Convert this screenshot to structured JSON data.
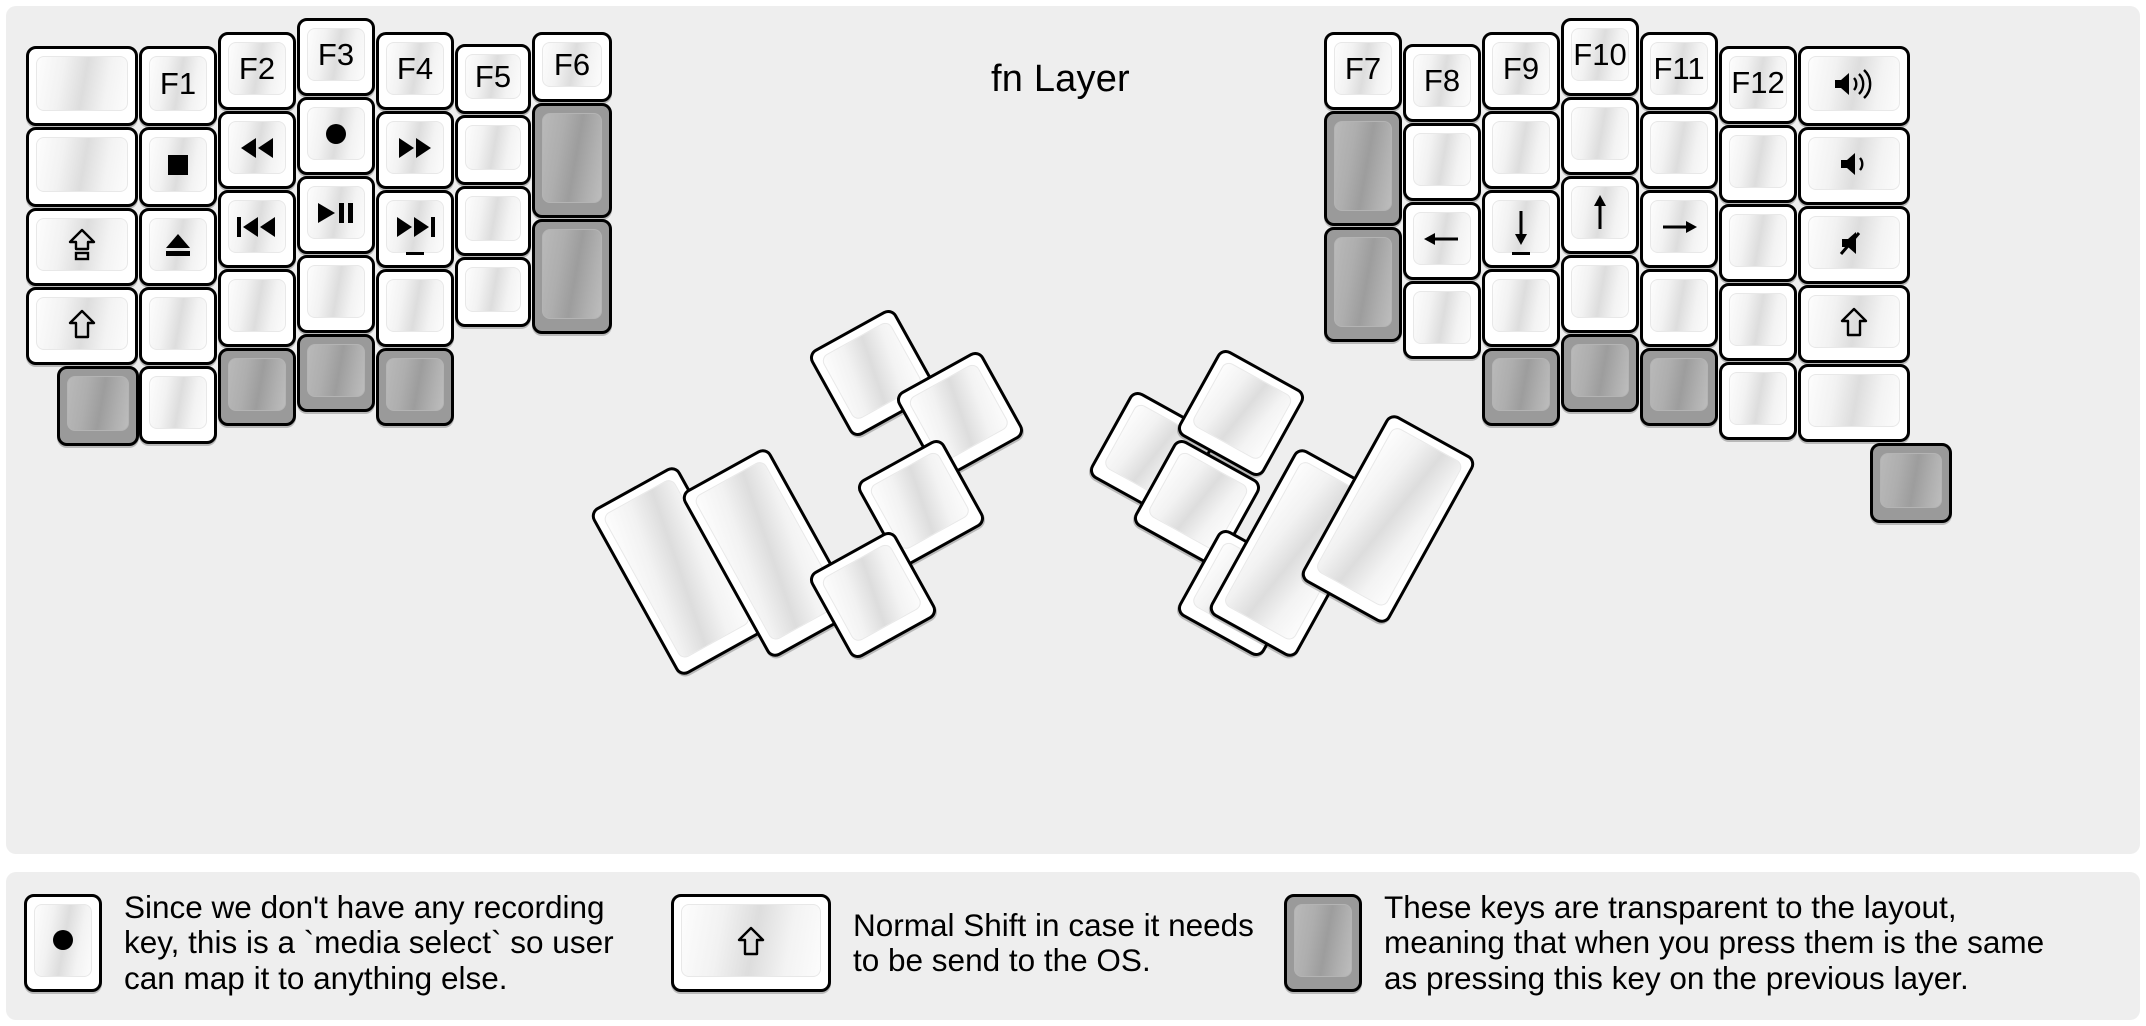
{
  "title": "fn Layer",
  "colors": {
    "panel_bg": "#eeeeee",
    "key_face": "#ffffff",
    "key_border": "#000000",
    "transparent_key": "#9a9a9a",
    "text": "#000000"
  },
  "legend": [
    {
      "key_icon": "record-dot-icon",
      "key_style": "normal",
      "text": "Since we don't have any recording\nkey, this is a `media select` so user\ncan map it to anything else."
    },
    {
      "key_icon": "shift-arrow-icon",
      "key_style": "normal",
      "text": "Normal Shift in case it needs\nto be send to the OS."
    },
    {
      "key_icon": "",
      "key_style": "transparent",
      "text": "These keys are transparent to the layout,\nmeaning that when you press them is the same\nas pressing this key on the previous layer."
    }
  ],
  "left_half": {
    "columns": [
      {
        "name": "col-pinky-outer",
        "keys": [
          {
            "label": "",
            "icon": "",
            "style": "normal"
          },
          {
            "label": "",
            "icon": "",
            "style": "normal"
          },
          {
            "label": "",
            "icon": "caps-lock-icon",
            "style": "normal"
          },
          {
            "label": "",
            "icon": "shift-arrow-icon",
            "style": "normal"
          },
          {
            "label": "",
            "icon": "",
            "style": "transparent"
          }
        ]
      },
      {
        "name": "col-f1",
        "keys": [
          {
            "label": "F1",
            "icon": "",
            "style": "normal"
          },
          {
            "label": "",
            "icon": "stop-icon",
            "style": "normal"
          },
          {
            "label": "",
            "icon": "eject-icon",
            "style": "normal"
          },
          {
            "label": "",
            "icon": "",
            "style": "normal"
          },
          {
            "label": "",
            "icon": "",
            "style": "normal"
          }
        ]
      },
      {
        "name": "col-f2",
        "keys": [
          {
            "label": "F2",
            "icon": "",
            "style": "normal"
          },
          {
            "label": "",
            "icon": "rewind-icon",
            "style": "normal"
          },
          {
            "label": "",
            "icon": "previous-track-icon",
            "style": "normal"
          },
          {
            "label": "",
            "icon": "",
            "style": "normal"
          },
          {
            "label": "",
            "icon": "",
            "style": "transparent"
          }
        ]
      },
      {
        "name": "col-f3",
        "keys": [
          {
            "label": "F3",
            "icon": "",
            "style": "normal"
          },
          {
            "label": "",
            "icon": "record-dot-icon",
            "style": "normal"
          },
          {
            "label": "",
            "icon": "play-pause-icon",
            "style": "normal"
          },
          {
            "label": "",
            "icon": "",
            "style": "normal"
          },
          {
            "label": "",
            "icon": "",
            "style": "transparent"
          }
        ]
      },
      {
        "name": "col-f4",
        "keys": [
          {
            "label": "F4",
            "icon": "",
            "style": "normal"
          },
          {
            "label": "",
            "icon": "fast-forward-icon",
            "style": "normal"
          },
          {
            "label": "",
            "icon": "next-track-icon",
            "style": "normal"
          },
          {
            "label": "",
            "icon": "",
            "style": "normal"
          },
          {
            "label": "",
            "icon": "",
            "style": "transparent"
          }
        ]
      },
      {
        "name": "col-f5",
        "keys": [
          {
            "label": "F5",
            "icon": "",
            "style": "normal"
          },
          {
            "label": "",
            "icon": "",
            "style": "normal"
          },
          {
            "label": "",
            "icon": "",
            "style": "normal"
          },
          {
            "label": "",
            "icon": "",
            "style": "normal"
          }
        ]
      },
      {
        "name": "col-f6",
        "keys": [
          {
            "label": "F6",
            "icon": "",
            "style": "normal"
          },
          {
            "label": "",
            "icon": "",
            "style": "transparent"
          },
          {
            "label": "",
            "icon": "",
            "style": "transparent"
          }
        ]
      }
    ],
    "thumb_cluster": [
      {
        "name": "thumb-2u-outer",
        "label": "",
        "icon": "",
        "style": "normal"
      },
      {
        "name": "thumb-2u-inner",
        "label": "",
        "icon": "",
        "style": "normal"
      },
      {
        "name": "thumb-1u-top-left",
        "label": "",
        "icon": "",
        "style": "normal"
      },
      {
        "name": "thumb-1u-top-right",
        "label": "",
        "icon": "",
        "style": "normal"
      },
      {
        "name": "thumb-1u-mid-right",
        "label": "",
        "icon": "",
        "style": "normal"
      },
      {
        "name": "thumb-1u-bottom-right",
        "label": "",
        "icon": "",
        "style": "normal"
      }
    ]
  },
  "right_half": {
    "columns": [
      {
        "name": "col-f7",
        "keys": [
          {
            "label": "F7",
            "icon": "",
            "style": "normal"
          },
          {
            "label": "",
            "icon": "",
            "style": "transparent"
          },
          {
            "label": "",
            "icon": "",
            "style": "transparent"
          }
        ]
      },
      {
        "name": "col-f8",
        "keys": [
          {
            "label": "F8",
            "icon": "",
            "style": "normal"
          },
          {
            "label": "",
            "icon": "",
            "style": "normal"
          },
          {
            "label": "",
            "icon": "arrow-left-icon",
            "style": "normal"
          },
          {
            "label": "",
            "icon": "",
            "style": "normal"
          }
        ]
      },
      {
        "name": "col-f9",
        "keys": [
          {
            "label": "F9",
            "icon": "",
            "style": "normal"
          },
          {
            "label": "",
            "icon": "",
            "style": "normal"
          },
          {
            "label": "",
            "icon": "arrow-down-icon",
            "style": "normal"
          },
          {
            "label": "",
            "icon": "",
            "style": "normal"
          },
          {
            "label": "",
            "icon": "",
            "style": "transparent"
          }
        ]
      },
      {
        "name": "col-f10",
        "keys": [
          {
            "label": "F10",
            "icon": "",
            "style": "normal"
          },
          {
            "label": "",
            "icon": "",
            "style": "normal"
          },
          {
            "label": "",
            "icon": "arrow-up-icon",
            "style": "normal"
          },
          {
            "label": "",
            "icon": "",
            "style": "normal"
          },
          {
            "label": "",
            "icon": "",
            "style": "transparent"
          }
        ]
      },
      {
        "name": "col-f11",
        "keys": [
          {
            "label": "F11",
            "icon": "",
            "style": "normal"
          },
          {
            "label": "",
            "icon": "",
            "style": "normal"
          },
          {
            "label": "",
            "icon": "arrow-right-icon",
            "style": "normal"
          },
          {
            "label": "",
            "icon": "",
            "style": "normal"
          },
          {
            "label": "",
            "icon": "",
            "style": "transparent"
          }
        ]
      },
      {
        "name": "col-f12",
        "keys": [
          {
            "label": "F12",
            "icon": "",
            "style": "normal"
          },
          {
            "label": "",
            "icon": "",
            "style": "normal"
          },
          {
            "label": "",
            "icon": "",
            "style": "normal"
          },
          {
            "label": "",
            "icon": "",
            "style": "normal"
          },
          {
            "label": "",
            "icon": "",
            "style": "normal"
          }
        ]
      },
      {
        "name": "col-pinky-outer",
        "keys": [
          {
            "label": "",
            "icon": "volume-up-icon",
            "style": "normal"
          },
          {
            "label": "",
            "icon": "volume-down-icon",
            "style": "normal"
          },
          {
            "label": "",
            "icon": "volume-mute-icon",
            "style": "normal"
          },
          {
            "label": "",
            "icon": "shift-arrow-icon",
            "style": "normal"
          },
          {
            "label": "",
            "icon": "",
            "style": "normal"
          },
          {
            "label": "",
            "icon": "",
            "style": "transparent"
          }
        ]
      }
    ],
    "thumb_cluster": [
      {
        "name": "thumb-1u-top-left",
        "label": "",
        "icon": "",
        "style": "normal"
      },
      {
        "name": "thumb-1u-top-right",
        "label": "",
        "icon": "",
        "style": "normal"
      },
      {
        "name": "thumb-1u-mid-left",
        "label": "",
        "icon": "",
        "style": "normal"
      },
      {
        "name": "thumb-1u-bottom-left",
        "label": "",
        "icon": "",
        "style": "normal"
      },
      {
        "name": "thumb-2u-inner",
        "label": "",
        "icon": "",
        "style": "normal"
      },
      {
        "name": "thumb-2u-outer",
        "label": "",
        "icon": "",
        "style": "normal"
      }
    ]
  }
}
